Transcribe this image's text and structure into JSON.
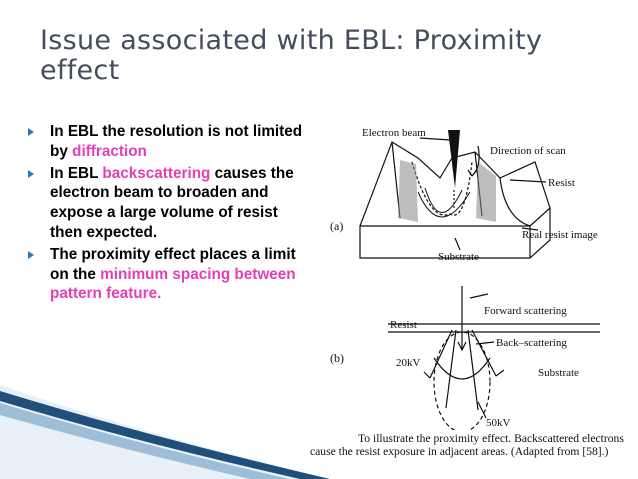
{
  "slide": {
    "title": "Issue associated with EBL: Proximity effect"
  },
  "bullets": [
    {
      "before": "In EBL the resolution is not limited by ",
      "highlight": "diffraction",
      "after": ""
    },
    {
      "before": "In EBL ",
      "highlight": "backscattering",
      "after": " causes the electron beam to broaden and expose a large volume of resist then expected."
    },
    {
      "before": "The proximity effect places a limit on the ",
      "highlight": "minimum spacing between pattern feature.",
      "after": ""
    }
  ],
  "figure": {
    "labels": {
      "electron_beam": "Electron beam",
      "direction_of_scan": "Direction of scan",
      "resist_a": "Resist",
      "real_resist_image": "Real resist image",
      "substrate_a": "Substrate",
      "panel_a": "(a)",
      "forward_scattering": "Forward scattering",
      "resist_b": "Resist",
      "back_scattering": "Back–scattering",
      "kv20": "20kV",
      "substrate_b": "Substrate",
      "panel_b": "(b)",
      "kv50": "50kV"
    },
    "caption": "To illustrate the proximity effect. Backscattered electrons cause the resist exposure in adjacent areas. (Adapted from [58].)"
  },
  "colors": {
    "title": "#454c5c",
    "highlight": "#e23fb7",
    "bullet": "#2e78b8",
    "swoosh": "#1f4f7a"
  }
}
